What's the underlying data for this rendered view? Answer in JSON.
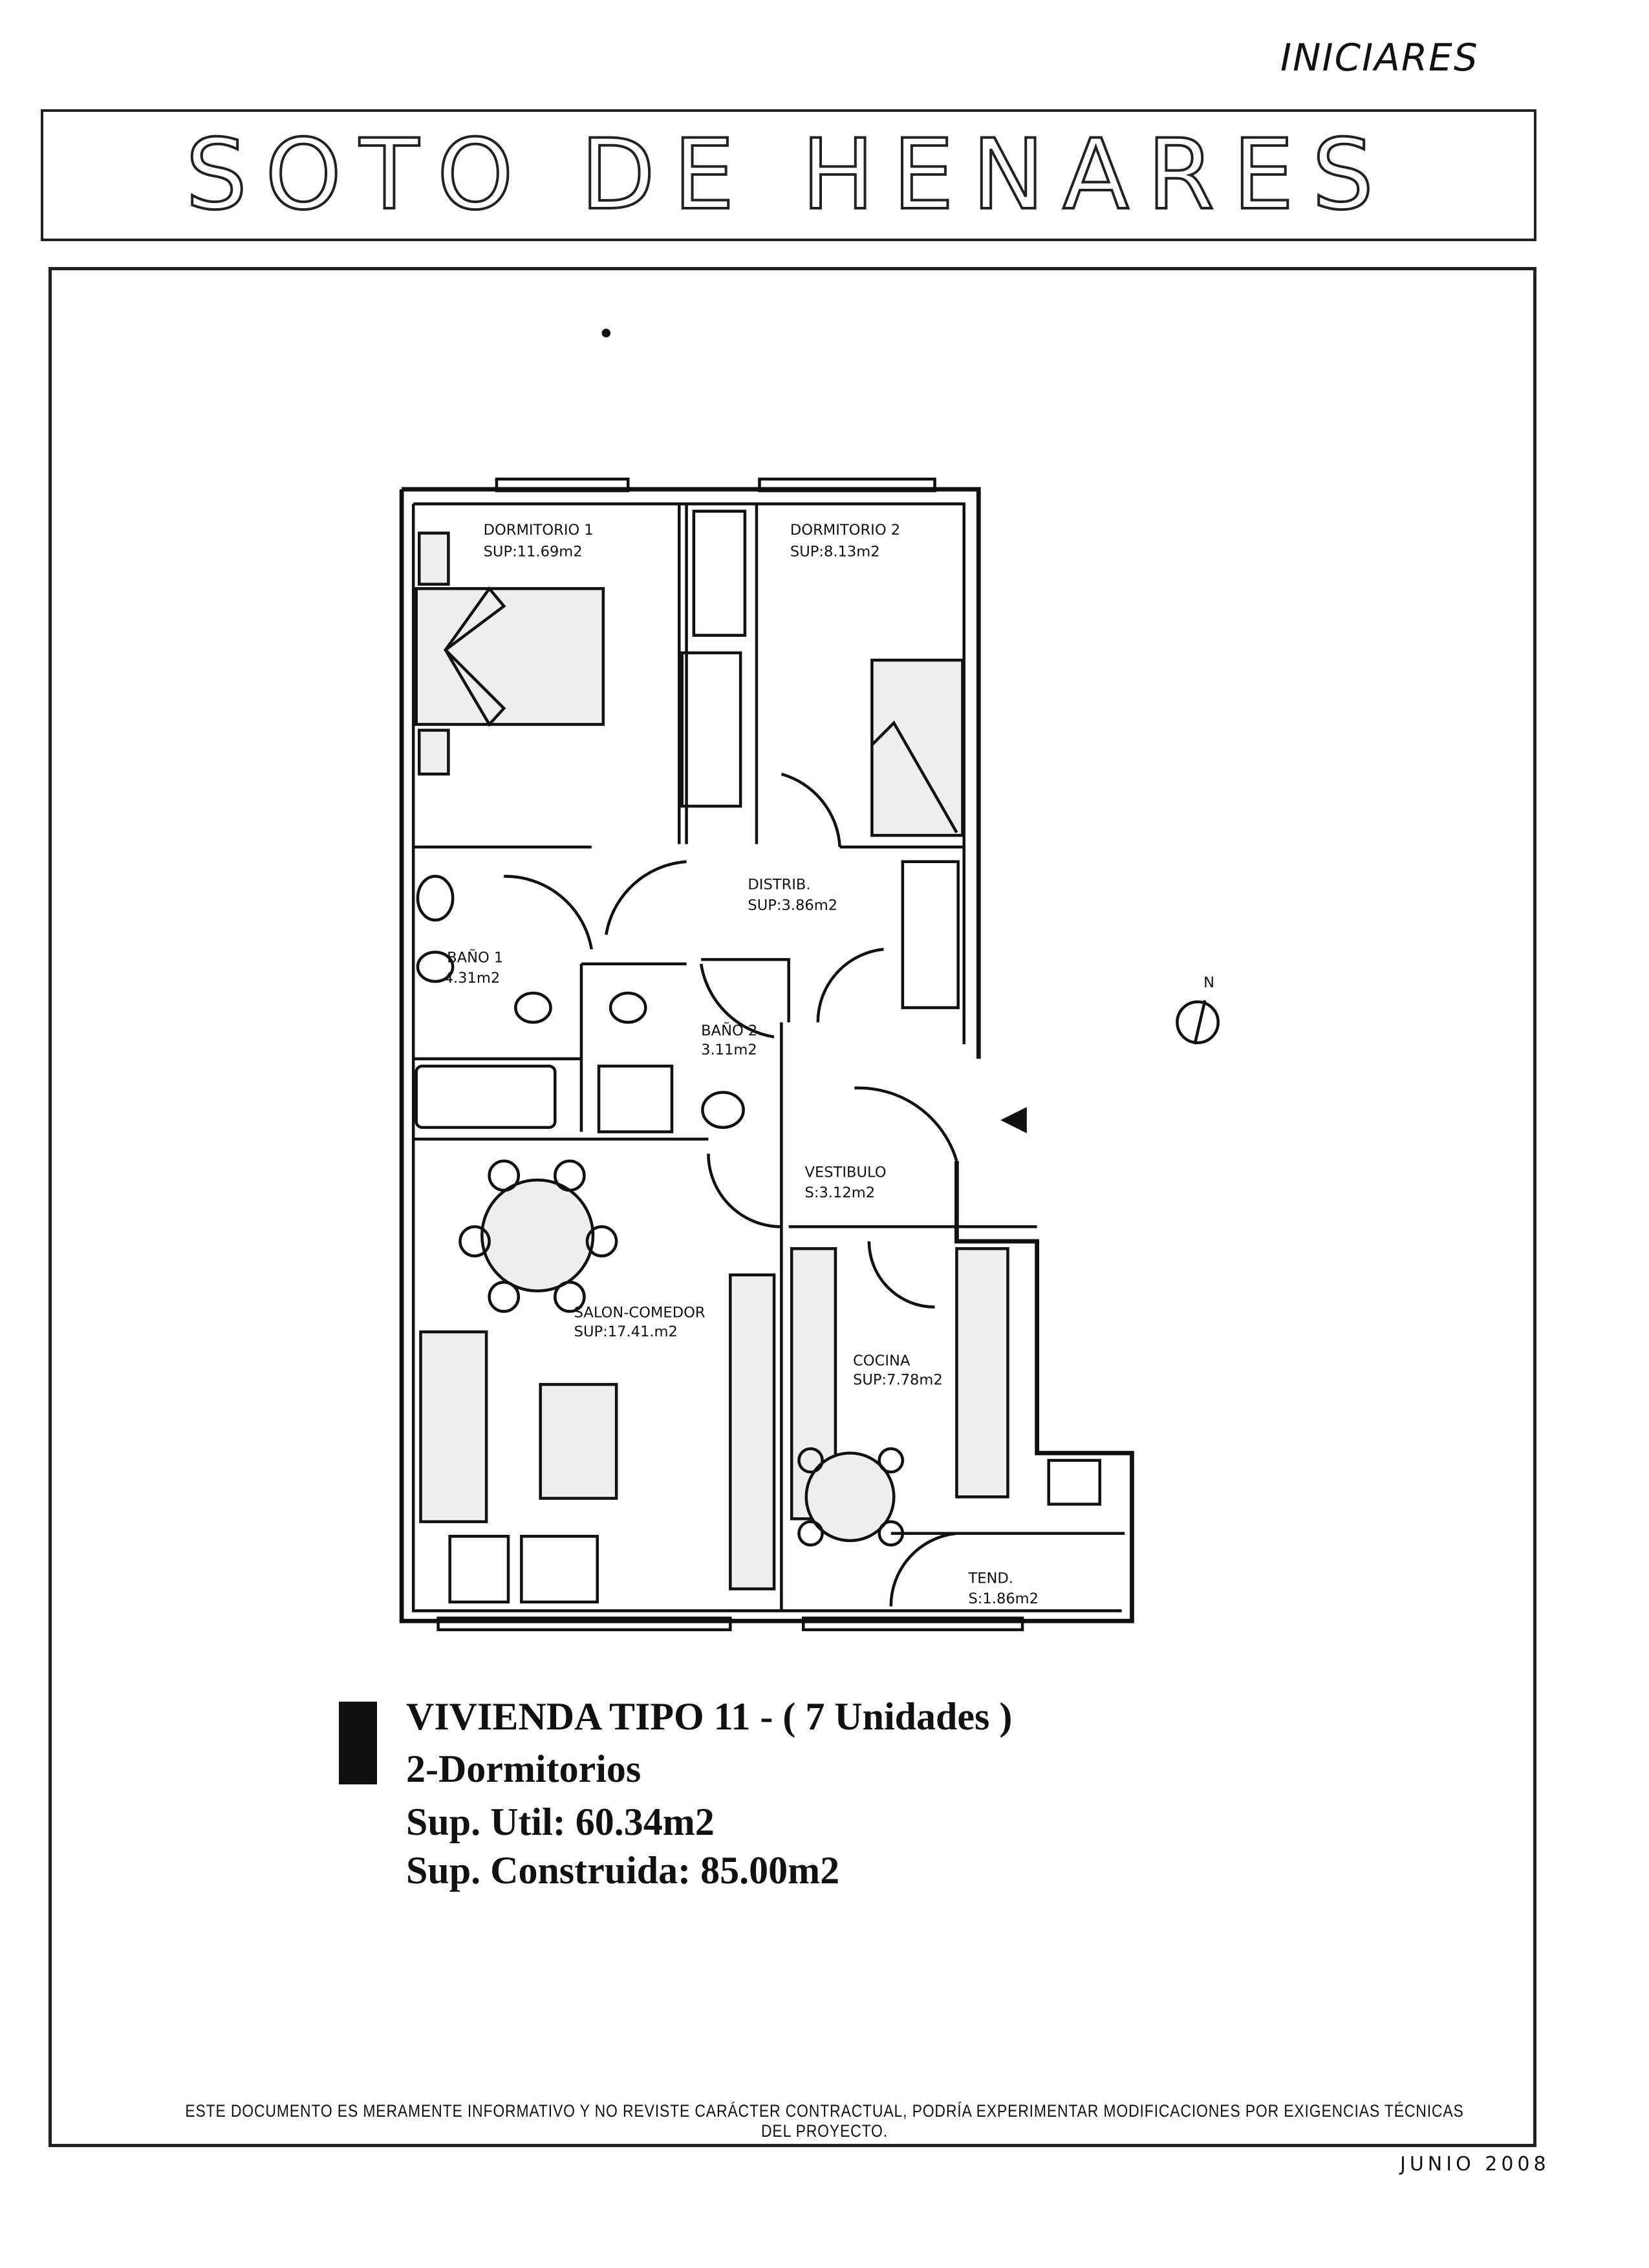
{
  "annotation": "INICIARES",
  "title": "SOTO DE HENARES",
  "rooms": {
    "dormitorio1": {
      "name": "DORMITORIO 1",
      "area": "SUP:11.69m2"
    },
    "dormitorio2": {
      "name": "DORMITORIO 2",
      "area": "SUP:8.13m2"
    },
    "distrib": {
      "name": "DISTRIB.",
      "area": "SUP:3.86m2"
    },
    "bano1": {
      "name": "BAÑO 1",
      "area": "4.31m2"
    },
    "bano2": {
      "name": "BAÑO 2",
      "area": "3.11m2"
    },
    "vestibulo": {
      "name": "VESTIBULO",
      "area": "S:3.12m2"
    },
    "salon": {
      "name": "SALON-COMEDOR",
      "area": "SUP:17.41.m2"
    },
    "cocina": {
      "name": "COCINA",
      "area": "SUP:7.78m2"
    },
    "tend": {
      "name": "TEND.",
      "area": "S:1.86m2"
    }
  },
  "north_label": "N",
  "info": {
    "line1": "VIVIENDA TIPO 11 - ( 7 Unidades )",
    "line2": "2-Dormitorios",
    "line3": "Sup. Util: 60.34m2",
    "line4": "Sup. Construida: 85.00m2"
  },
  "disclaimer": "ESTE DOCUMENTO ES MERAMENTE INFORMATIVO Y NO REVISTE CARÁCTER CONTRACTUAL, PODRÍA EXPERIMENTAR MODIFICACIONES POR EXIGENCIAS TÉCNICAS DEL PROYECTO.",
  "date": "JUNIO 2008"
}
